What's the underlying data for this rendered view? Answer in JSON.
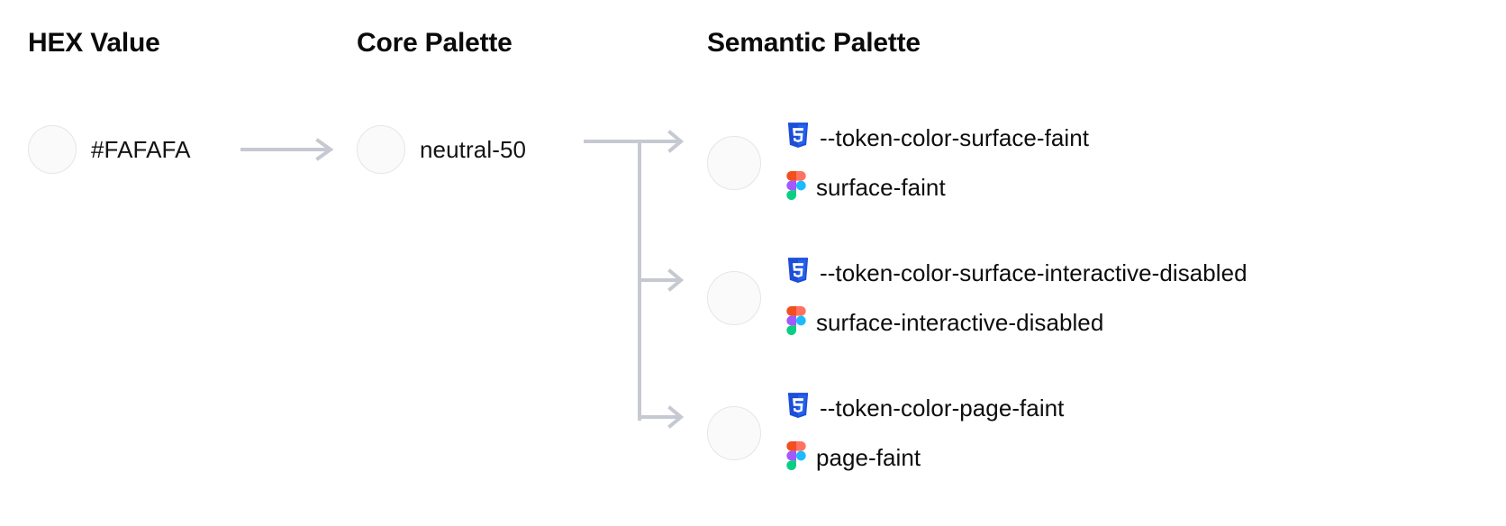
{
  "columns": {
    "hex": "HEX Value",
    "core": "Core Palette",
    "semantic": "Semantic Palette"
  },
  "hex_node": {
    "value": "#FAFAFA",
    "swatch_color": "#FAFAFA"
  },
  "core_node": {
    "value": "neutral-50",
    "swatch_color": "#FAFAFA"
  },
  "icons": {
    "css": "css3-icon",
    "figma": "figma-icon",
    "arrow": "arrow-right-icon"
  },
  "palette": {
    "css_blue_dark": "#1572B6",
    "css_blue_light": "#33A9DC",
    "css_brand": "#2563EB",
    "figma_orange": "#F24E1E",
    "figma_salmon": "#FF7262",
    "figma_purple": "#A259FF",
    "figma_blue": "#1ABCFE",
    "figma_green": "#0ACF83",
    "connector_gray": "#C6C9D1",
    "swatch_border": "#E6E6E9",
    "text_primary": "#0D0D0E"
  },
  "semantic_rows": [
    {
      "swatch_color": "#FAFAFA",
      "css_token": "--token-color-surface-faint",
      "figma_token": "surface-faint"
    },
    {
      "swatch_color": "#FAFAFA",
      "css_token": "--token-color-surface-interactive-disabled",
      "figma_token": "surface-interactive-disabled"
    },
    {
      "swatch_color": "#FAFAFA",
      "css_token": "--token-color-page-faint",
      "figma_token": "page-faint"
    }
  ]
}
